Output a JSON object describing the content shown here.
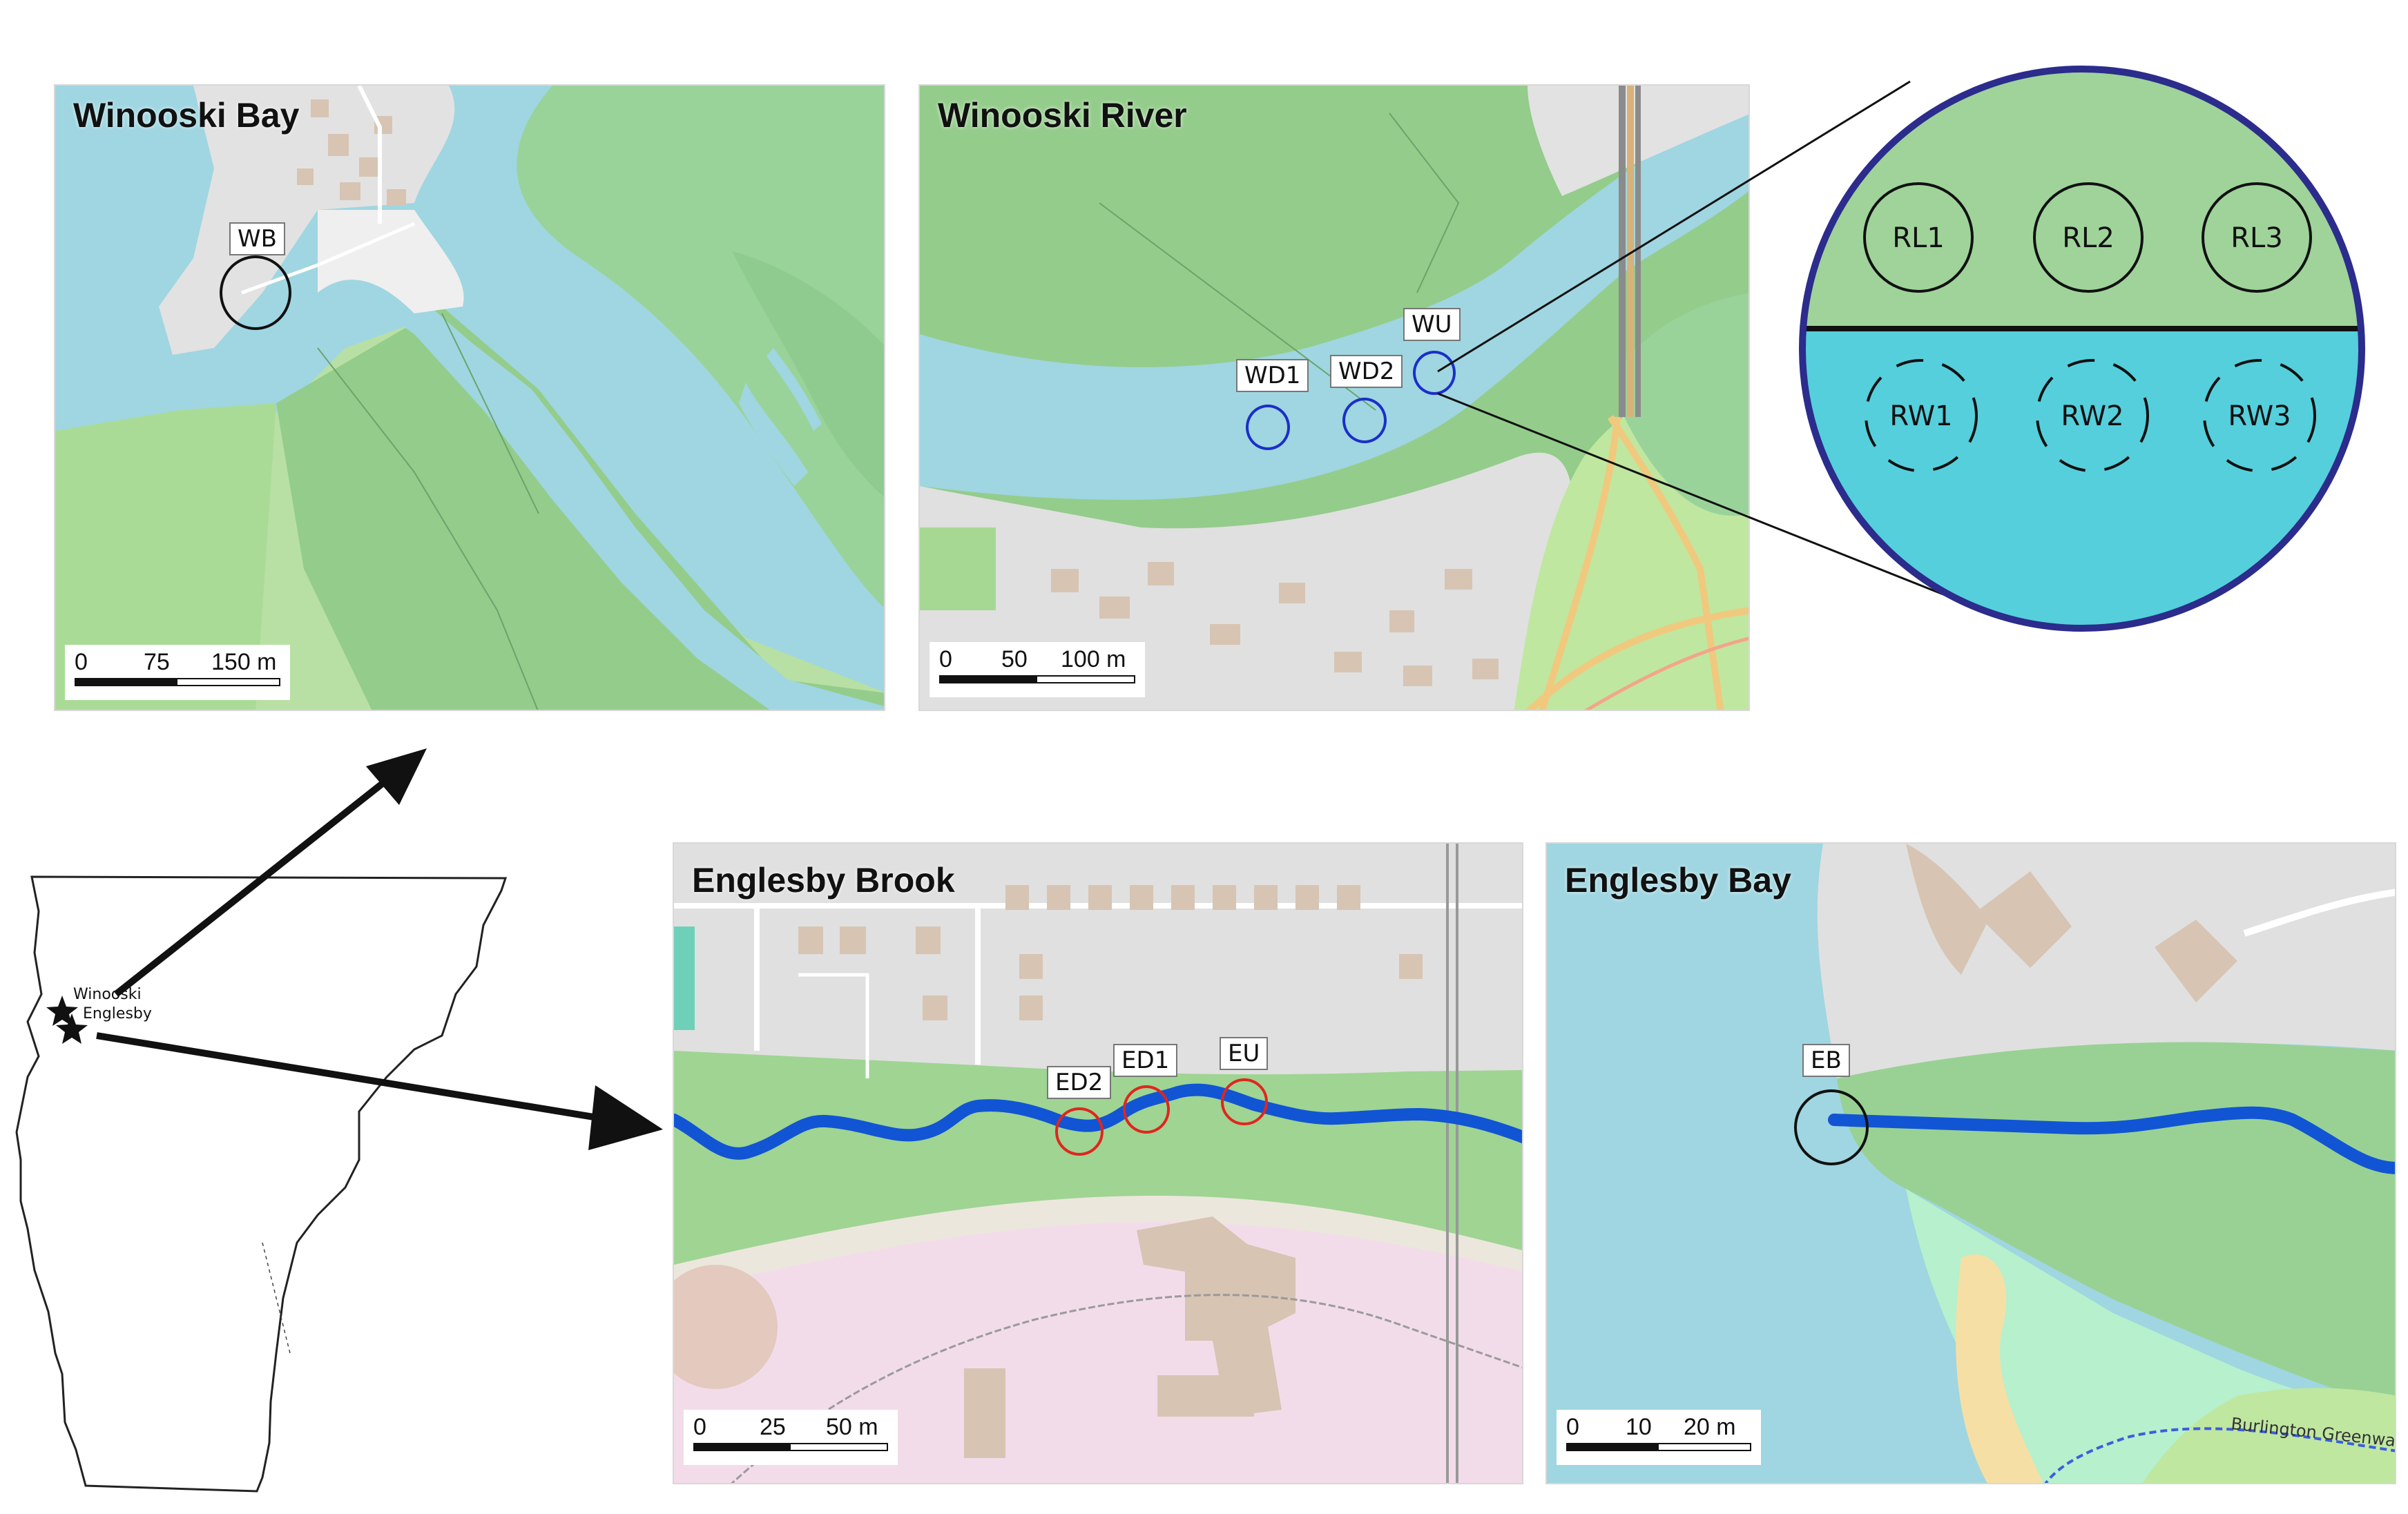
{
  "panels": {
    "winooski_bay": {
      "title": "Winooski Bay",
      "scalebar": {
        "ticks": [
          "0",
          "75",
          "150 m"
        ]
      },
      "sites": [
        {
          "label": "WB"
        }
      ]
    },
    "winooski_river": {
      "title": "Winooski River",
      "scalebar": {
        "ticks": [
          "0",
          "50",
          "100 m"
        ]
      },
      "sites": [
        {
          "label": "WD1"
        },
        {
          "label": "WD2"
        },
        {
          "label": "WU"
        }
      ]
    },
    "englesby_brook": {
      "title": "Englesby Brook",
      "scalebar": {
        "ticks": [
          "0",
          "25",
          "50 m"
        ]
      },
      "sites": [
        {
          "label": "ED2"
        },
        {
          "label": "ED1"
        },
        {
          "label": "EU"
        }
      ]
    },
    "englesby_bay": {
      "title": "Englesby Bay",
      "scalebar": {
        "ticks": [
          "0",
          "10",
          "20 m"
        ]
      },
      "sites": [
        {
          "label": "EB"
        }
      ],
      "street_label": "Burlington Greenway"
    }
  },
  "inset": {
    "land_replicates": [
      "RL1",
      "RL2",
      "RL3"
    ],
    "water_replicates": [
      "RW1",
      "RW2",
      "RW3"
    ],
    "colors": {
      "land": "#9fd39a",
      "water": "#55cfdc",
      "border": "#2b2c8c"
    }
  },
  "state_map": {
    "markers": [
      {
        "label": "Winooski"
      },
      {
        "label": "Englesby"
      }
    ]
  },
  "colors": {
    "water": "#9fd6e1",
    "wetland": "#99d194",
    "urban": "#e0e0e0",
    "site_black": "#111111",
    "site_blue": "#1b2fc8",
    "site_red": "#e0261d",
    "stream": "#1155d4"
  }
}
